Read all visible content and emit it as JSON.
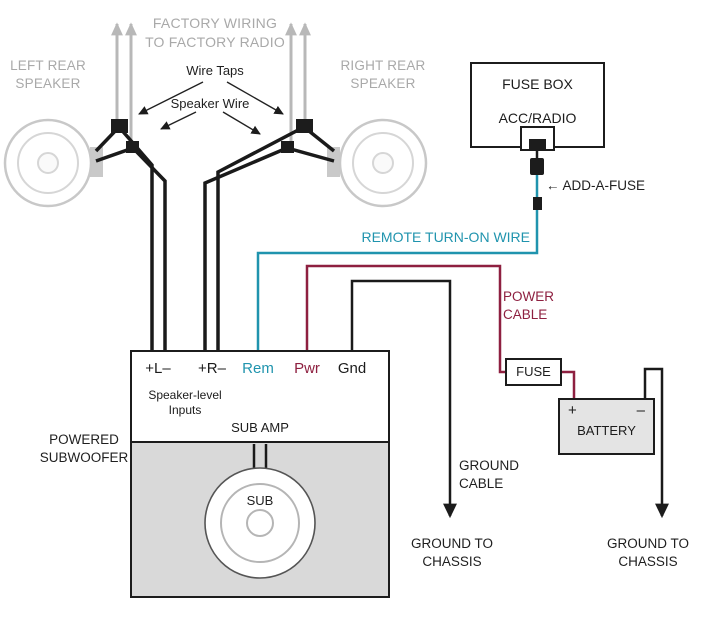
{
  "colors": {
    "gray_label": "#a9a9a9",
    "wire_black": "#1a1a1a",
    "wire_remote": "#2094ae",
    "wire_power": "#8e2040"
  },
  "speakers": {
    "left_label": "LEFT REAR\nSPEAKER",
    "right_label": "RIGHT REAR\nSPEAKER"
  },
  "factory": {
    "wiring_label": "FACTORY WIRING\nTO FACTORY RADIO",
    "wire_taps_label": "Wire Taps",
    "speaker_wire_label": "Speaker Wire"
  },
  "fuse_box": {
    "title": "FUSE BOX",
    "slot_label": "ACC/RADIO",
    "add_a_fuse_label": "← ADD-A-FUSE"
  },
  "wires": {
    "remote_label": "REMOTE TURN-ON WIRE",
    "power_label": "POWER\nCABLE",
    "ground_label": "GROUND\nCABLE"
  },
  "amp": {
    "terminals": [
      {
        "label": "+L–"
      },
      {
        "label": "+R–"
      },
      {
        "label": "Rem"
      },
      {
        "label": "Pwr"
      },
      {
        "label": "Gnd"
      }
    ],
    "inputs_label": "Speaker-level\nInputs",
    "name": "SUB AMP",
    "enclosure_label": "POWERED\nSUBWOOFER",
    "sub_label": "SUB"
  },
  "power": {
    "fuse_label": "FUSE",
    "battery_label": "BATTERY",
    "battery_plus": "+",
    "battery_minus": "–"
  },
  "ground": {
    "chassis_left": "GROUND TO\nCHASSIS",
    "chassis_right": "GROUND TO\nCHASSIS"
  }
}
